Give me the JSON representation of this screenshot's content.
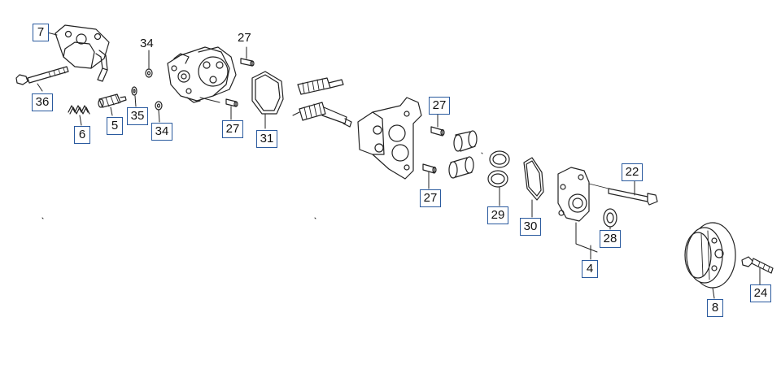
{
  "diagram": {
    "type": "exploded-parts-view",
    "callout_color": "#2a5a9e",
    "line_color": "#222222",
    "boxed_callouts": [
      {
        "id": "c-7",
        "label": "7"
      },
      {
        "id": "c-36",
        "label": "36"
      },
      {
        "id": "c-6",
        "label": "6"
      },
      {
        "id": "c-5",
        "label": "5"
      },
      {
        "id": "c-35",
        "label": "35"
      },
      {
        "id": "c-34b",
        "label": "34"
      },
      {
        "id": "c-27a",
        "label": "27"
      },
      {
        "id": "c-31",
        "label": "31"
      },
      {
        "id": "c-27c",
        "label": "27"
      },
      {
        "id": "c-27d",
        "label": "27"
      },
      {
        "id": "c-29",
        "label": "29"
      },
      {
        "id": "c-30",
        "label": "30"
      },
      {
        "id": "c-22",
        "label": "22"
      },
      {
        "id": "c-28",
        "label": "28"
      },
      {
        "id": "c-4",
        "label": "4"
      },
      {
        "id": "c-8",
        "label": "8"
      },
      {
        "id": "c-24",
        "label": "24"
      }
    ],
    "plain_callouts": [
      {
        "id": "p-34",
        "label": "34"
      },
      {
        "id": "p-27",
        "label": "27"
      }
    ]
  }
}
